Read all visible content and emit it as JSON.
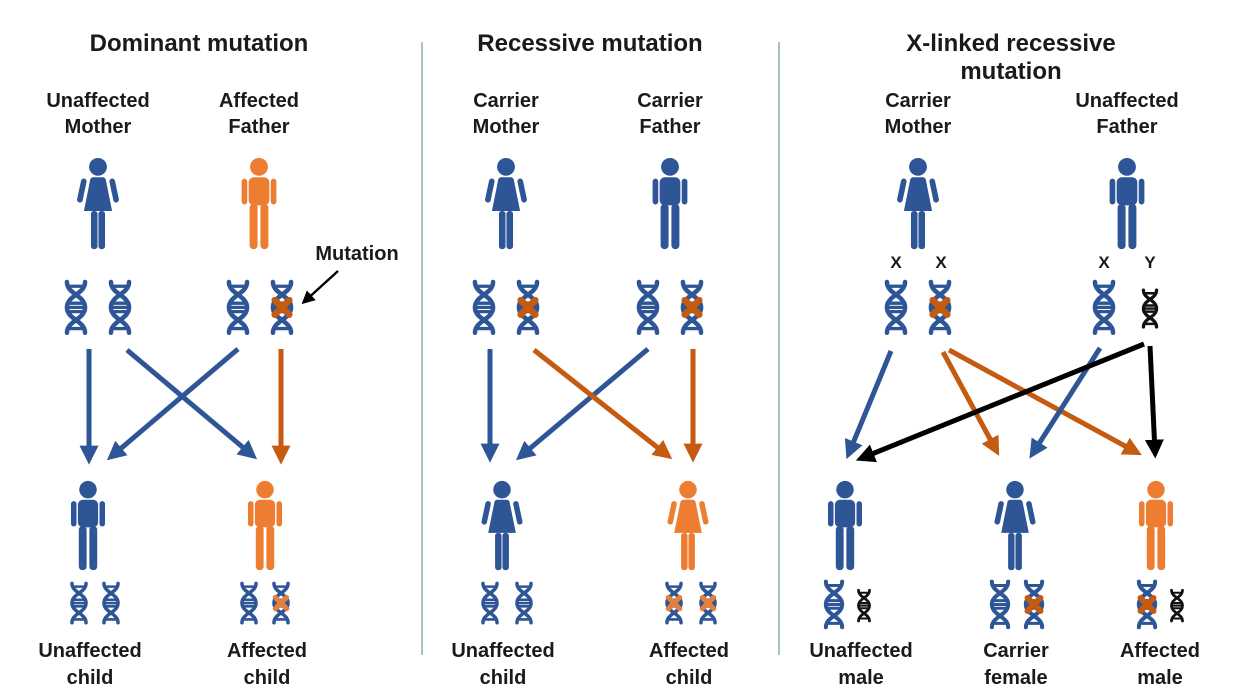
{
  "colors": {
    "blue": "#2E5596",
    "orange": "#ED7D31",
    "dark_orange": "#C55A11",
    "mark_light": "#E2813B",
    "ink": "#1A1A1A",
    "divider": "#A6C0C8",
    "background": "#FFFFFF"
  },
  "icon_names": {
    "female": "female-person-pictogram",
    "male": "male-person-pictogram",
    "dna": "dna-double-helix-icon",
    "mutation_mark": "mutation-x-mark"
  },
  "panels": [
    {
      "title": "Dominant mutation",
      "parents": [
        {
          "label": "Unaffected\nMother"
        },
        {
          "label": "Affected\nFather"
        }
      ],
      "mutation_callout": "Mutation",
      "children": [
        {
          "label": "Unaffected\nchild"
        },
        {
          "label": "Affected\nchild"
        }
      ]
    },
    {
      "title": "Recessive mutation",
      "parents": [
        {
          "label": "Carrier\nMother"
        },
        {
          "label": "Carrier\nFather"
        }
      ],
      "children": [
        {
          "label": "Unaffected\nchild"
        },
        {
          "label": "Affected\nchild"
        }
      ]
    },
    {
      "title": "X-linked recessive mutation",
      "parents": [
        {
          "label": "Carrier\nMother",
          "chromosomes": [
            "X",
            "X"
          ]
        },
        {
          "label": "Unaffected\nFather",
          "chromosomes": [
            "X",
            "Y"
          ]
        }
      ],
      "children": [
        {
          "label": "Unaffected\nmale"
        },
        {
          "label": "Carrier\nfemale"
        },
        {
          "label": "Affected\nmale"
        }
      ]
    }
  ]
}
